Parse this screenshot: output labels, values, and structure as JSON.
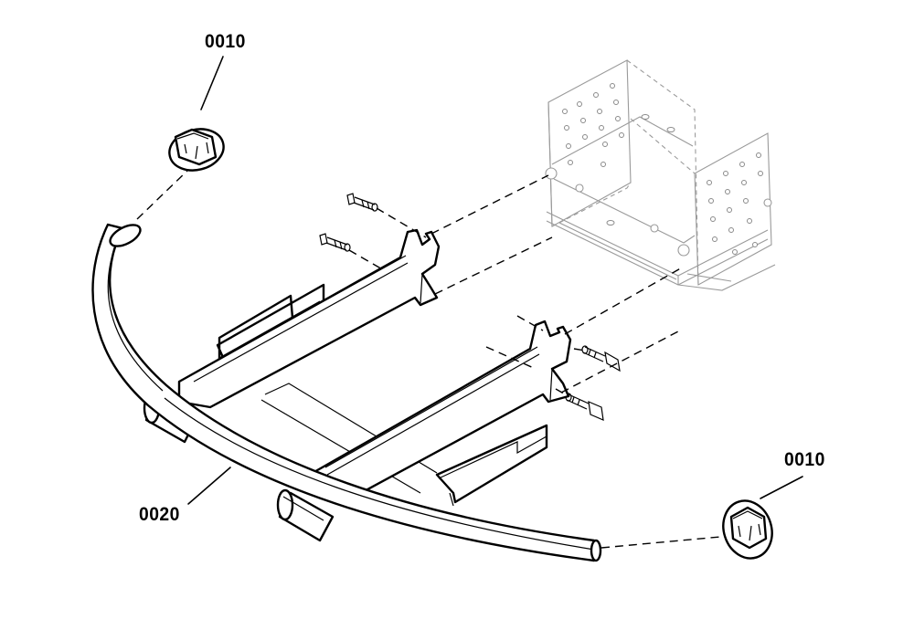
{
  "callouts": {
    "top_left": {
      "text": "0010"
    },
    "right": {
      "text": "0010"
    },
    "bumper": {
      "text": "0020"
    }
  }
}
